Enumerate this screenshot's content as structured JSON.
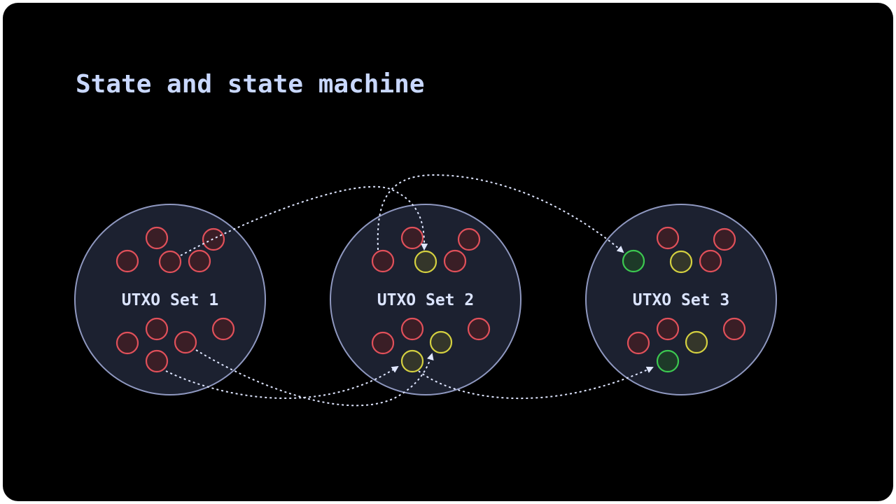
{
  "title": "State and state machine",
  "colors": {
    "background": "#000000",
    "set_fill": "#1c2130",
    "set_stroke": "#8f98c0",
    "spent": "#e0505a",
    "consumed": "#d4d040",
    "new": "#3cc850",
    "arrow": "#dfe6ff"
  },
  "sets": [
    {
      "label": "UTXO Set 1",
      "utxos": [
        "spent",
        "spent",
        "spent",
        "spent",
        "spent",
        "spent",
        "spent",
        "spent",
        "spent",
        "spent"
      ]
    },
    {
      "label": "UTXO Set 2",
      "utxos": [
        "spent",
        "spent",
        "spent",
        "consumed",
        "spent",
        "spent",
        "spent",
        "consumed",
        "spent",
        "consumed"
      ]
    },
    {
      "label": "UTXO Set 3",
      "utxos": [
        "spent",
        "spent",
        "new",
        "consumed",
        "spent",
        "spent",
        "spent",
        "consumed",
        "spent",
        "new"
      ]
    }
  ],
  "transitions": [
    {
      "from": "UTXO Set 1",
      "to": "UTXO Set 2"
    },
    {
      "from": "UTXO Set 2",
      "to": "UTXO Set 3"
    },
    {
      "from": "UTXO Set 1",
      "to": "UTXO Set 2"
    },
    {
      "from": "UTXO Set 1",
      "to": "UTXO Set 2"
    },
    {
      "from": "UTXO Set 2",
      "to": "UTXO Set 3"
    }
  ]
}
